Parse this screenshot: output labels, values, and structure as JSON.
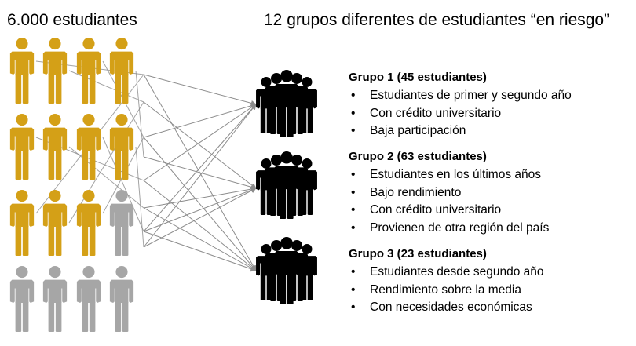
{
  "left_title": "6.000 estudiantes",
  "right_title": "12 grupos diferentes de estudiantes “en riesgo”",
  "student_grid": {
    "rows": 4,
    "columns": 4,
    "highlighted_count": 11,
    "highlight_color": "#D4A017",
    "neutral_color": "#A6A6A6"
  },
  "group_icon_color": "#000000",
  "arrow_color": "#8C8C8C",
  "bullet_char": "•",
  "groups": [
    {
      "heading": "Grupo 1 (45 estudiantes)",
      "items": [
        "Estudiantes de primer y segundo año",
        "Con crédito universitario",
        "Baja participación"
      ]
    },
    {
      "heading": "Grupo 2 (63 estudiantes)",
      "items": [
        "Estudiantes en los últimos años",
        "Bajo rendimiento",
        "Con crédito universitario",
        "Provienen de otra región del país"
      ]
    },
    {
      "heading": "Grupo 3 (23 estudiantes)",
      "items": [
        "Estudiantes desde segundo año",
        "Rendimiento sobre la media",
        "Con necesidades económicas"
      ]
    }
  ]
}
